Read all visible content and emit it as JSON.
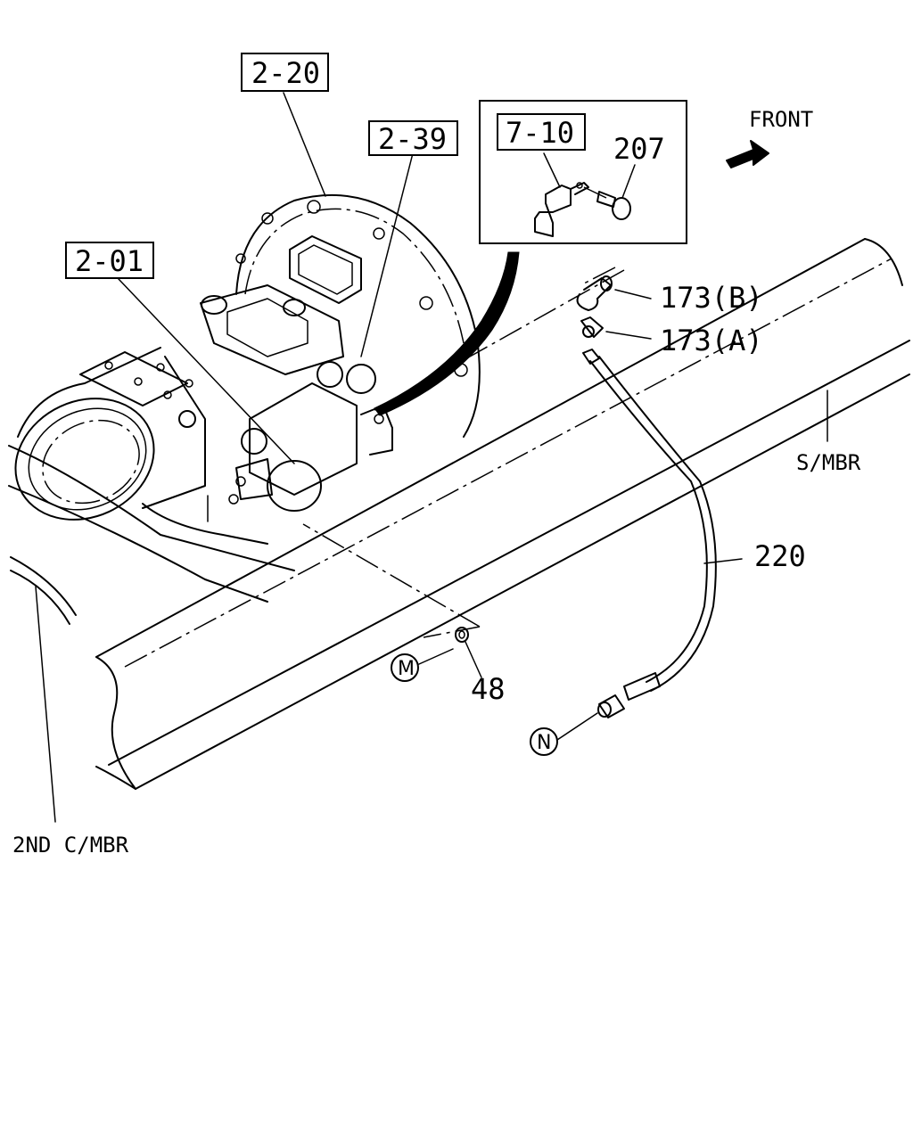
{
  "callouts": {
    "ref_2_20": "2-20",
    "ref_2_39": "2-39",
    "ref_2_01": "2-01",
    "ref_7_10": "7-10",
    "part_207": "207",
    "part_173b": "173(B)",
    "part_173a": "173(A)",
    "part_220": "220",
    "part_48": "48"
  },
  "labels": {
    "front": "FRONT",
    "side_member": "S/MBR",
    "second_cross_member": "2ND C/MBR"
  },
  "connection_markers": {
    "m": "M",
    "n": "N"
  }
}
